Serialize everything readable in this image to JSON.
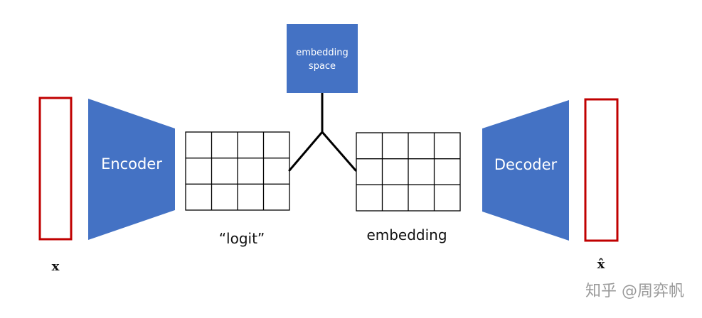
{
  "diagram": {
    "colors": {
      "block_fill": "#4472c4",
      "vector_outline": "#c00000",
      "grid_line": "#000000",
      "connector": "#000000"
    },
    "input": {
      "label": "x"
    },
    "encoder": {
      "label": "Encoder"
    },
    "logit_grid": {
      "label": "“logit”",
      "rows": 3,
      "cols": 4
    },
    "embedding_space": {
      "line1": "embedding",
      "line2": "space"
    },
    "embedding_grid": {
      "label": "embedding",
      "rows": 3,
      "cols": 4
    },
    "decoder": {
      "label": "Decoder"
    },
    "output": {
      "label": "x̂"
    },
    "watermark": "知乎 @周弈帆"
  }
}
